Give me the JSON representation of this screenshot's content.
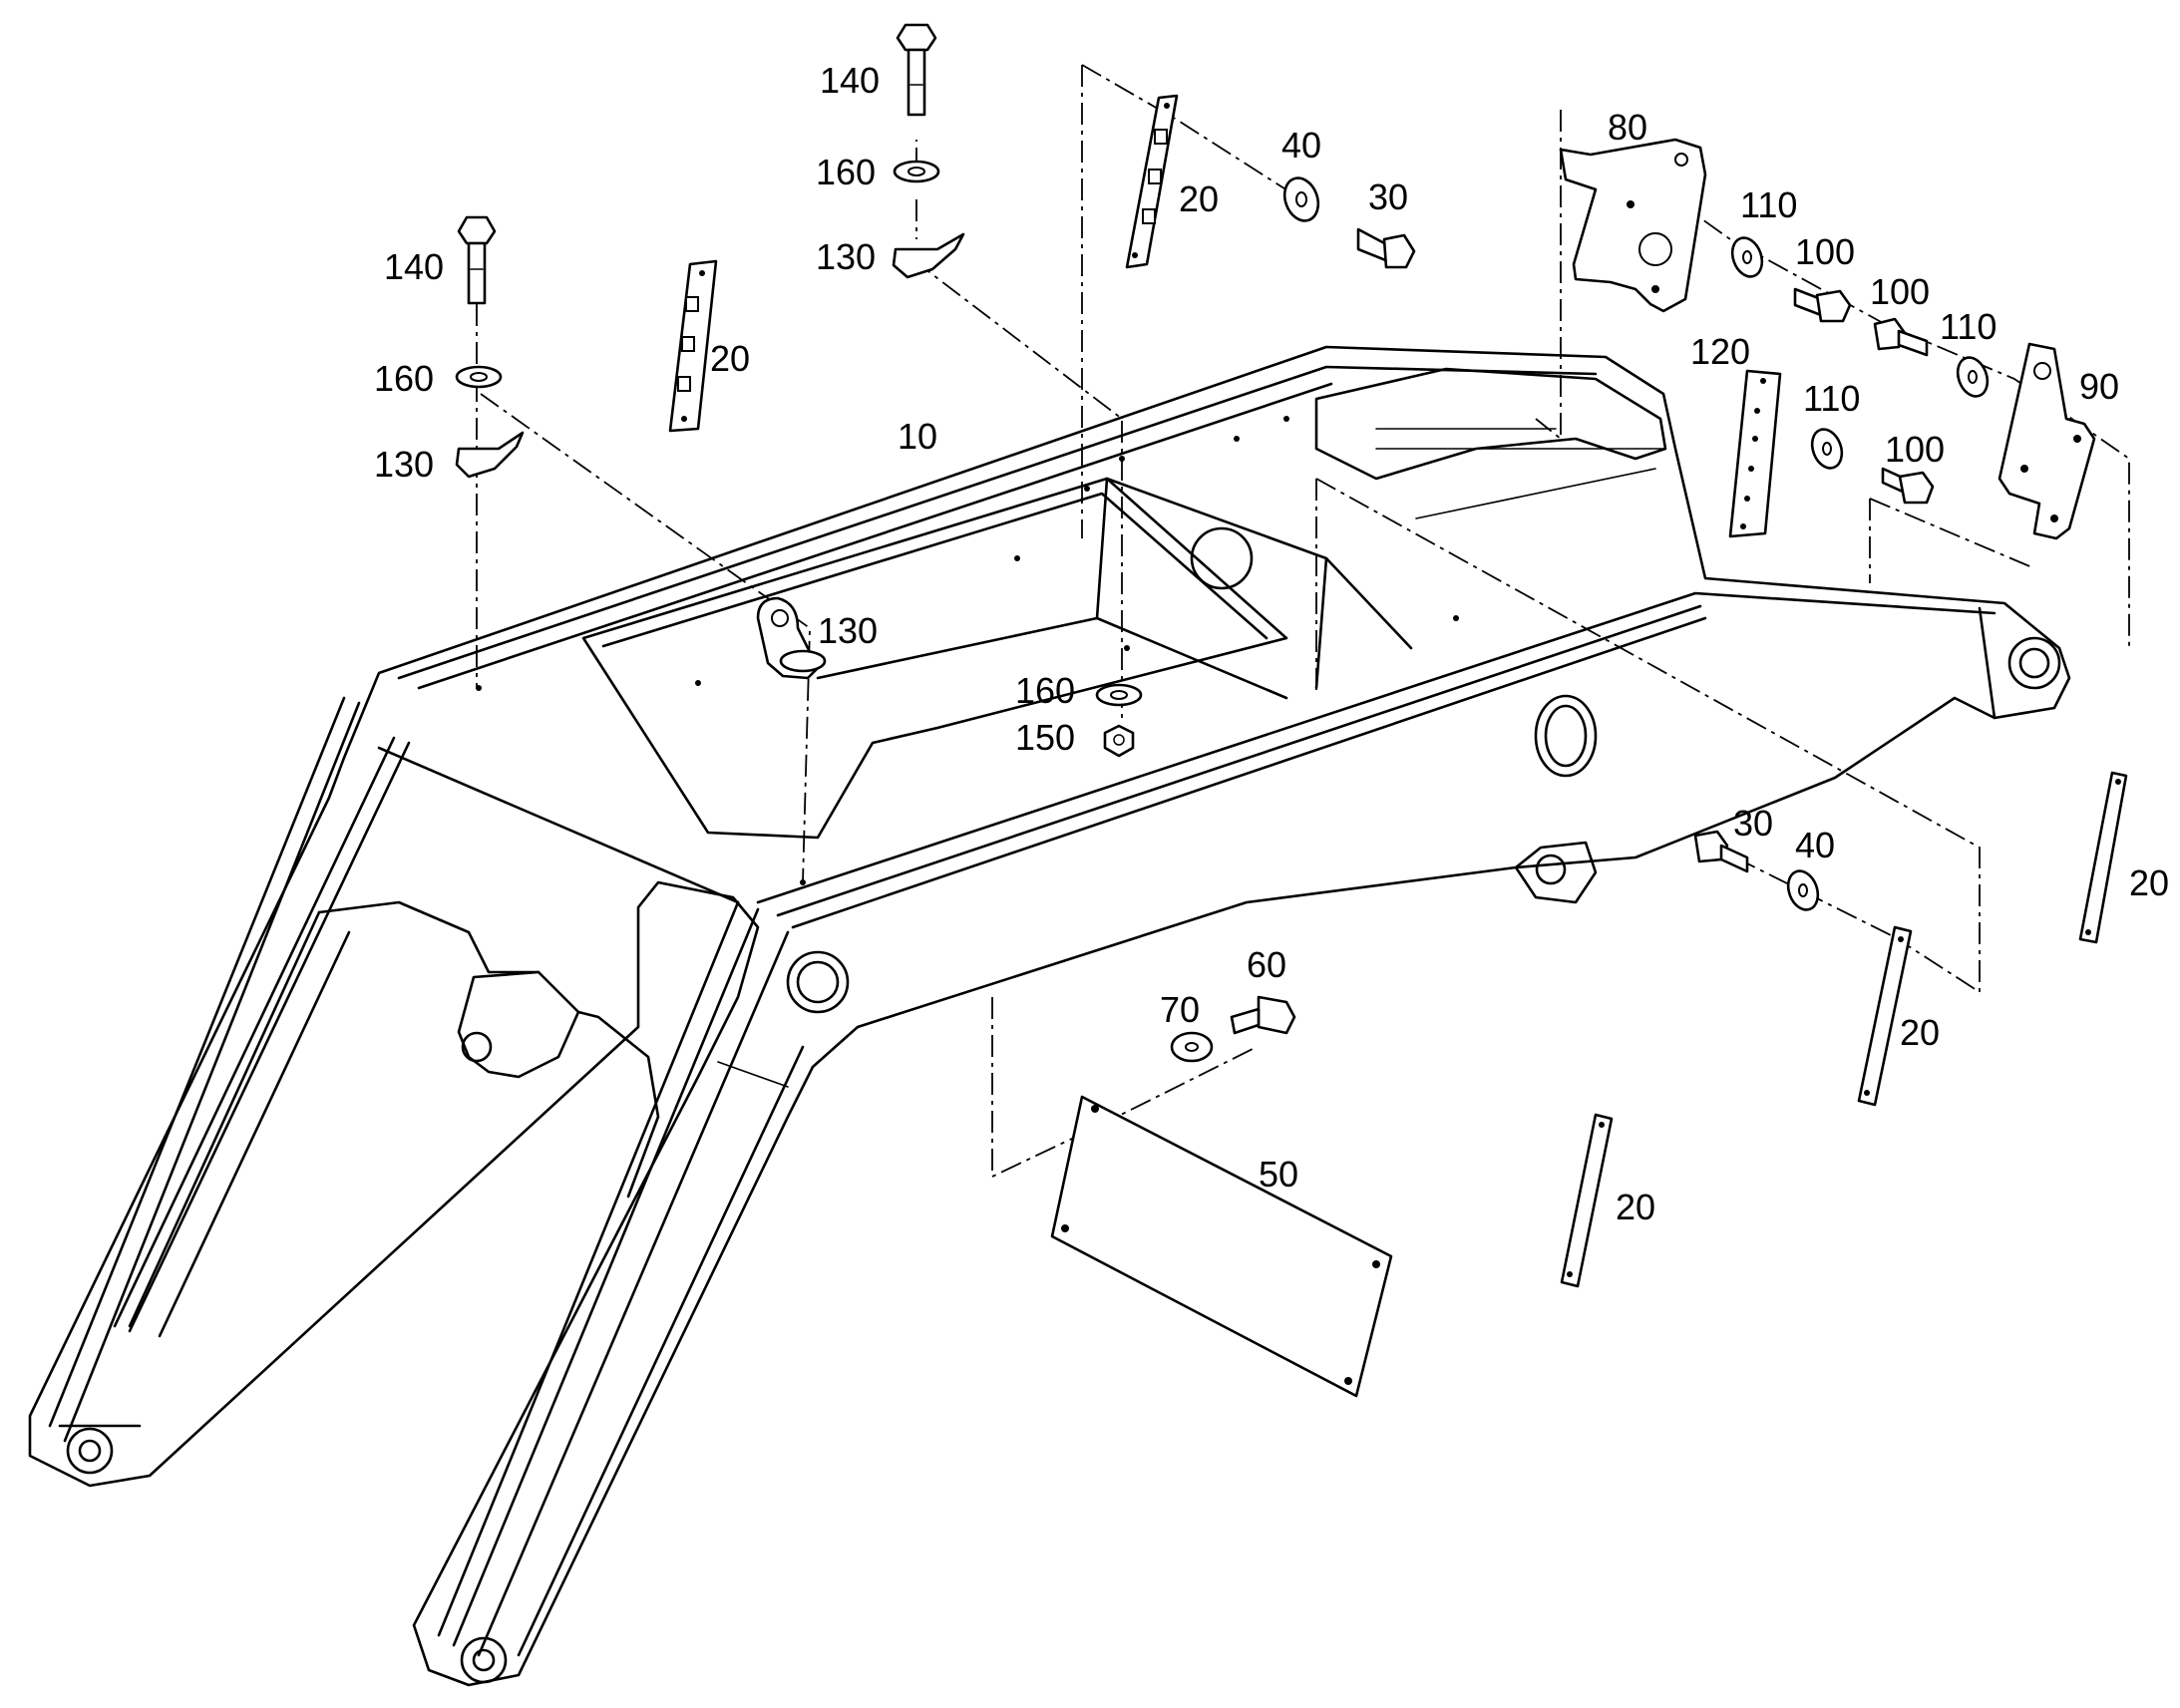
{
  "callouts": {
    "frame": "10",
    "wear_strip": "20",
    "bolt_a": "30",
    "washer_a": "40",
    "plate": "50",
    "bolt_b": "60",
    "washer_b": "70",
    "bracket_left": "80",
    "bracket_right": "90",
    "bolt_c": "100",
    "washer_c": "110",
    "strip_plate": "120",
    "lifting_eye": "130",
    "long_bolt": "140",
    "nut": "150",
    "thick_washer": "160"
  }
}
